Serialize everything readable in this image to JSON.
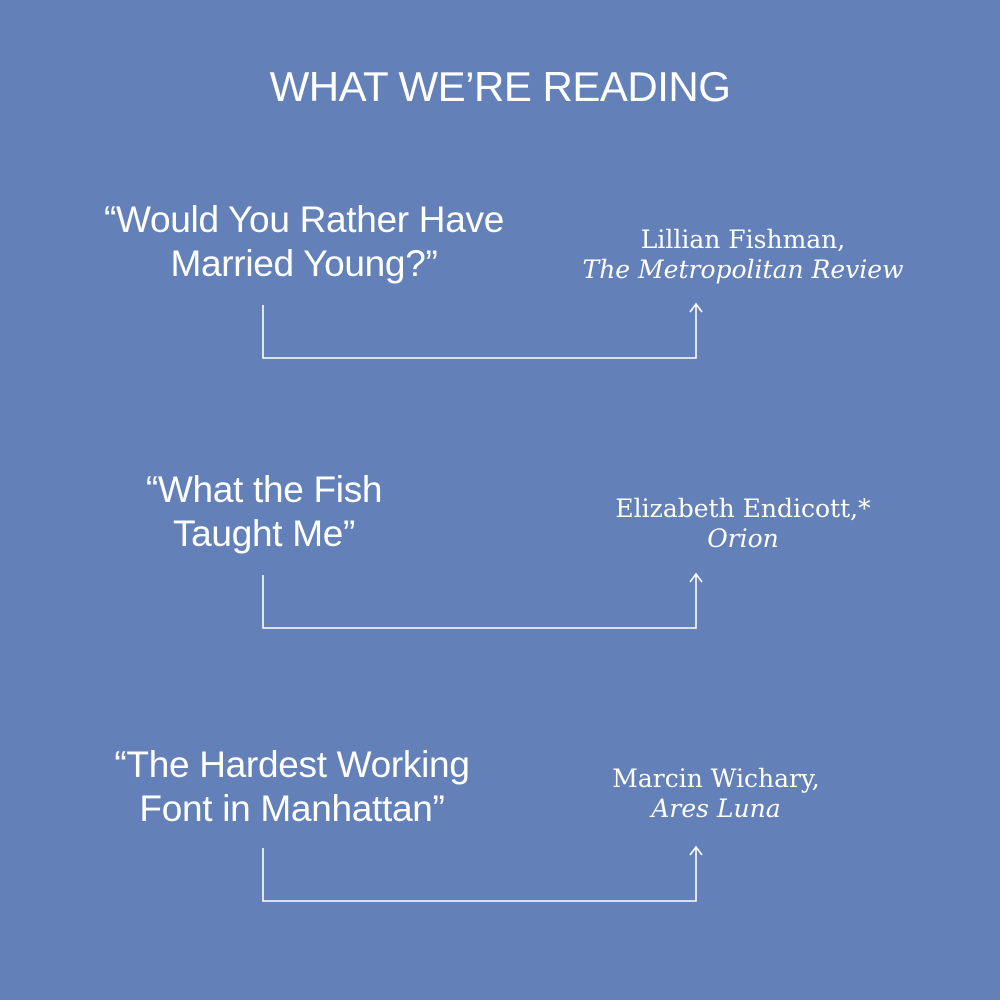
{
  "heading": "WHAT WE’RE READING",
  "items": [
    {
      "title_line1": "“Would You Rather Have",
      "title_line2": "Married Young?”",
      "author": "Lillian Fishman,",
      "publication": "The Metropolitan Review"
    },
    {
      "title_line1": "“What the Fish",
      "title_line2": "Taught Me”",
      "author": "Elizabeth Endicott,*",
      "publication": "Orion"
    },
    {
      "title_line1": "“The Hardest Working",
      "title_line2": "Font in Manhattan”",
      "author": "Marcin Wichary,",
      "publication": "Ares Luna"
    }
  ],
  "colors": {
    "background": "#6381b8",
    "foreground": "#ffffff"
  },
  "icons": [
    "arrow-up-icon",
    "arrow-up-icon",
    "arrow-up-icon"
  ]
}
